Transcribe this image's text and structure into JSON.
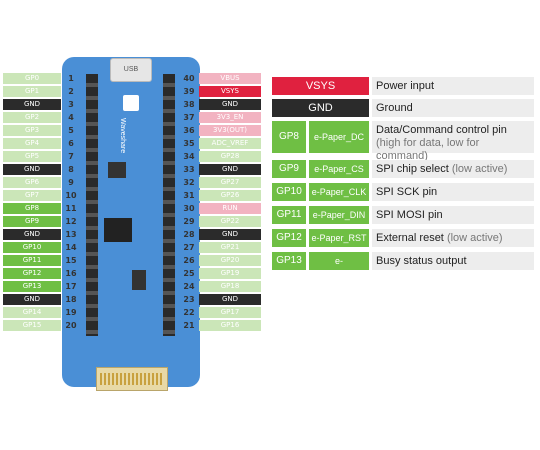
{
  "board": {
    "usb_label": "USB",
    "brand": "Waveshare",
    "left_pins": [
      {
        "num": "1",
        "label": "GP0",
        "color": "lgreen"
      },
      {
        "num": "2",
        "label": "GP1",
        "color": "lgreen"
      },
      {
        "num": "3",
        "label": "GND",
        "color": "black"
      },
      {
        "num": "4",
        "label": "GP2",
        "color": "lgreen"
      },
      {
        "num": "5",
        "label": "GP3",
        "color": "lgreen"
      },
      {
        "num": "6",
        "label": "GP4",
        "color": "lgreen"
      },
      {
        "num": "7",
        "label": "GP5",
        "color": "lgreen"
      },
      {
        "num": "8",
        "label": "GND",
        "color": "black"
      },
      {
        "num": "9",
        "label": "GP6",
        "color": "lgreen"
      },
      {
        "num": "10",
        "label": "GP7",
        "color": "lgreen"
      },
      {
        "num": "11",
        "label": "GP8",
        "color": "green"
      },
      {
        "num": "12",
        "label": "GP9",
        "color": "green"
      },
      {
        "num": "13",
        "label": "GND",
        "color": "black"
      },
      {
        "num": "14",
        "label": "GP10",
        "color": "green"
      },
      {
        "num": "15",
        "label": "GP11",
        "color": "green"
      },
      {
        "num": "16",
        "label": "GP12",
        "color": "green"
      },
      {
        "num": "17",
        "label": "GP13",
        "color": "green"
      },
      {
        "num": "18",
        "label": "GND",
        "color": "black"
      },
      {
        "num": "19",
        "label": "GP14",
        "color": "lgreen"
      },
      {
        "num": "20",
        "label": "GP15",
        "color": "lgreen"
      }
    ],
    "right_pins": [
      {
        "num": "40",
        "label": "VBUS",
        "color": "pink"
      },
      {
        "num": "39",
        "label": "VSYS",
        "color": "red"
      },
      {
        "num": "38",
        "label": "GND",
        "color": "black"
      },
      {
        "num": "37",
        "label": "3V3_EN",
        "color": "pink"
      },
      {
        "num": "36",
        "label": "3V3(OUT)",
        "color": "pink"
      },
      {
        "num": "35",
        "label": "ADC_VREF",
        "color": "lgreen"
      },
      {
        "num": "34",
        "label": "GP28",
        "color": "lgreen"
      },
      {
        "num": "33",
        "label": "GND",
        "color": "black"
      },
      {
        "num": "32",
        "label": "GP27",
        "color": "lgreen"
      },
      {
        "num": "31",
        "label": "GP26",
        "color": "lgreen"
      },
      {
        "num": "30",
        "label": "RUN",
        "color": "pink"
      },
      {
        "num": "29",
        "label": "GP22",
        "color": "lgreen"
      },
      {
        "num": "28",
        "label": "GND",
        "color": "black"
      },
      {
        "num": "27",
        "label": "GP21",
        "color": "lgreen"
      },
      {
        "num": "26",
        "label": "GP20",
        "color": "lgreen"
      },
      {
        "num": "25",
        "label": "GP19",
        "color": "lgreen"
      },
      {
        "num": "24",
        "label": "GP18",
        "color": "lgreen"
      },
      {
        "num": "23",
        "label": "GND",
        "color": "black"
      },
      {
        "num": "22",
        "label": "GP17",
        "color": "lgreen"
      },
      {
        "num": "21",
        "label": "GP16",
        "color": "lgreen"
      }
    ]
  },
  "legend": [
    {
      "gp": "",
      "name": "VSYS",
      "color": "red",
      "desc": "Power input",
      "desc_light": ""
    },
    {
      "gp": "",
      "name": "GND",
      "color": "black",
      "desc": "Ground",
      "desc_light": ""
    },
    {
      "gp": "GP8",
      "name": "e-Paper_DC",
      "color": "green",
      "desc": "Data/Command control pin",
      "desc_light": "(high for data, low for command)"
    },
    {
      "gp": "GP9",
      "name": "e-Paper_CS",
      "color": "green",
      "desc": "SPI chip select",
      "desc_light": "(low active)"
    },
    {
      "gp": "GP10",
      "name": "e-Paper_CLK",
      "color": "green",
      "desc": "SPI  SCK pin",
      "desc_light": ""
    },
    {
      "gp": "GP11",
      "name": "e-Paper_DIN",
      "color": "green",
      "desc": "SPI MOSI pin",
      "desc_light": ""
    },
    {
      "gp": "GP12",
      "name": "e-Paper_RST",
      "color": "green",
      "desc": "External reset",
      "desc_light": "(low active)"
    },
    {
      "gp": "GP13",
      "name": "e-Paper_BUSY",
      "color": "green",
      "desc": "Busy status output",
      "desc_light": ""
    }
  ]
}
